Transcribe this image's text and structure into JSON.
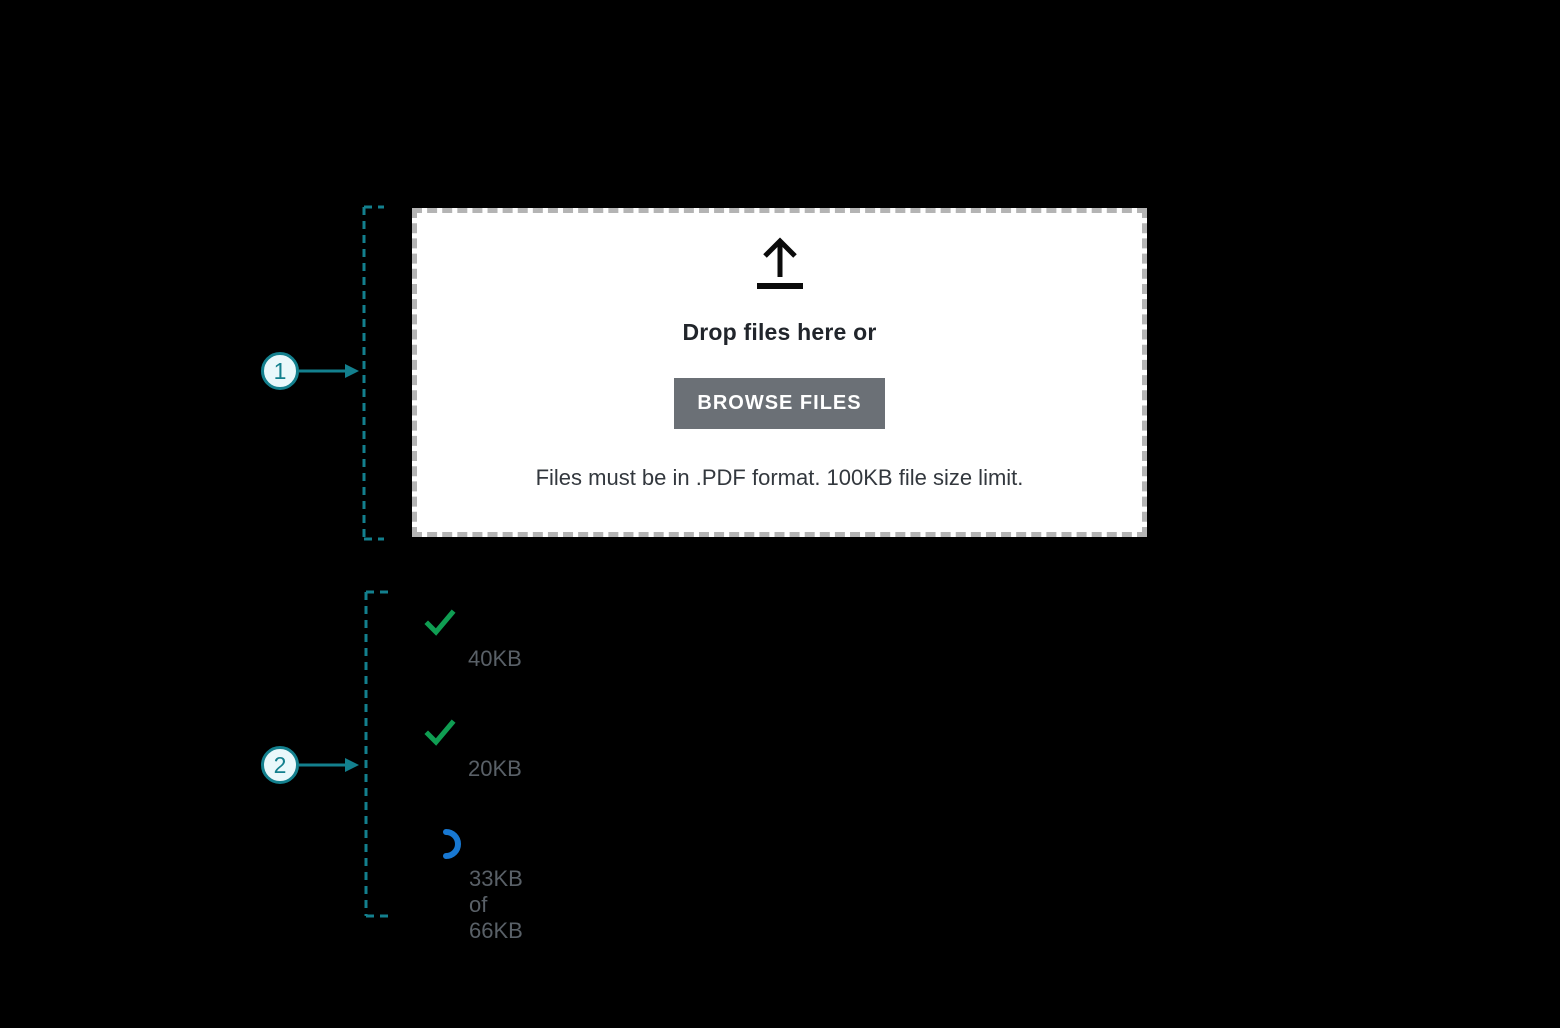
{
  "callouts": [
    {
      "number": "1",
      "target": "dropzone"
    },
    {
      "number": "2",
      "target": "upload-list"
    }
  ],
  "dropzone": {
    "title": "Drop files here or",
    "browse_label": "BROWSE FILES",
    "hint": "Files must be in .PDF format. 100KB file size limit.",
    "icon": "upload-arrow-icon"
  },
  "uploads": [
    {
      "status": "complete",
      "icon": "check-icon",
      "size": "40KB"
    },
    {
      "status": "complete",
      "icon": "check-icon",
      "size": "20KB"
    },
    {
      "status": "uploading",
      "icon": "spinner-icon",
      "size": "33KB of 66KB"
    }
  ],
  "colors": {
    "background": "#000000",
    "accent_teal": "#13808E",
    "success_green": "#0F9D52",
    "progress_blue": "#1878D2",
    "text_dark": "#21252B",
    "text_gray": "#596067",
    "button_gray": "#6B7076",
    "dropzone_border": "#B4B4B4",
    "dropzone_bg": "#FFFFFF"
  }
}
